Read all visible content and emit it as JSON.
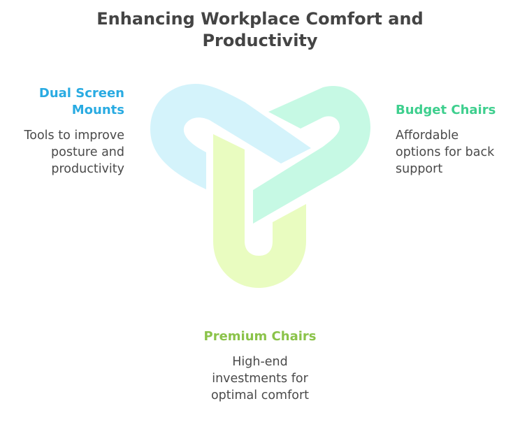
{
  "title": {
    "line1": "Enhancing Workplace Comfort and",
    "line2": "Productivity"
  },
  "items": [
    {
      "label_lines": [
        "Dual Screen",
        "Mounts"
      ],
      "desc_lines": [
        "Tools to improve",
        "posture and",
        "productivity"
      ],
      "color": "#29abe2",
      "shape_color": "#d4f3fb"
    },
    {
      "label_lines": [
        "Budget Chairs"
      ],
      "desc_lines": [
        "Affordable",
        "options for back",
        "support"
      ],
      "color": "#3ecf8e",
      "shape_color": "#c6f9e4"
    },
    {
      "label_lines": [
        "Premium Chairs"
      ],
      "desc_lines": [
        "High-end",
        "investments for",
        "optimal comfort"
      ],
      "color": "#8bc34a",
      "shape_color": "#e9fcc0"
    }
  ]
}
